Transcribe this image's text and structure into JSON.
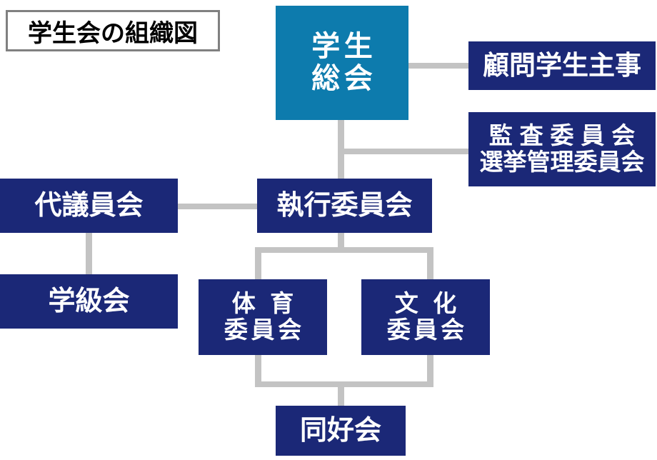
{
  "diagram": {
    "title": "学生会の組織図",
    "colors": {
      "navy": "#1b2877",
      "teal": "#0d7bad",
      "connector": "#c3c3c3",
      "title_border": "#808080",
      "text_on_box": "#ffffff",
      "title_text": "#000000",
      "background": "#ffffff"
    },
    "nodes": {
      "general_assembly": {
        "line1": "学生",
        "line2": "総会"
      },
      "advisor": {
        "line1": "顧問学生主事"
      },
      "audit_election": {
        "line1": "監査委員会",
        "line2": "選挙管理委員会"
      },
      "delegates": {
        "line1": "代議員会"
      },
      "executive": {
        "line1": "執行委員会"
      },
      "class_meeting": {
        "line1": "学級会"
      },
      "sports_committee": {
        "line1": "体育",
        "line2": "委員会"
      },
      "culture_committee": {
        "line1": "文化",
        "line2": "委員会"
      },
      "clubs": {
        "line1": "同好会"
      }
    }
  }
}
